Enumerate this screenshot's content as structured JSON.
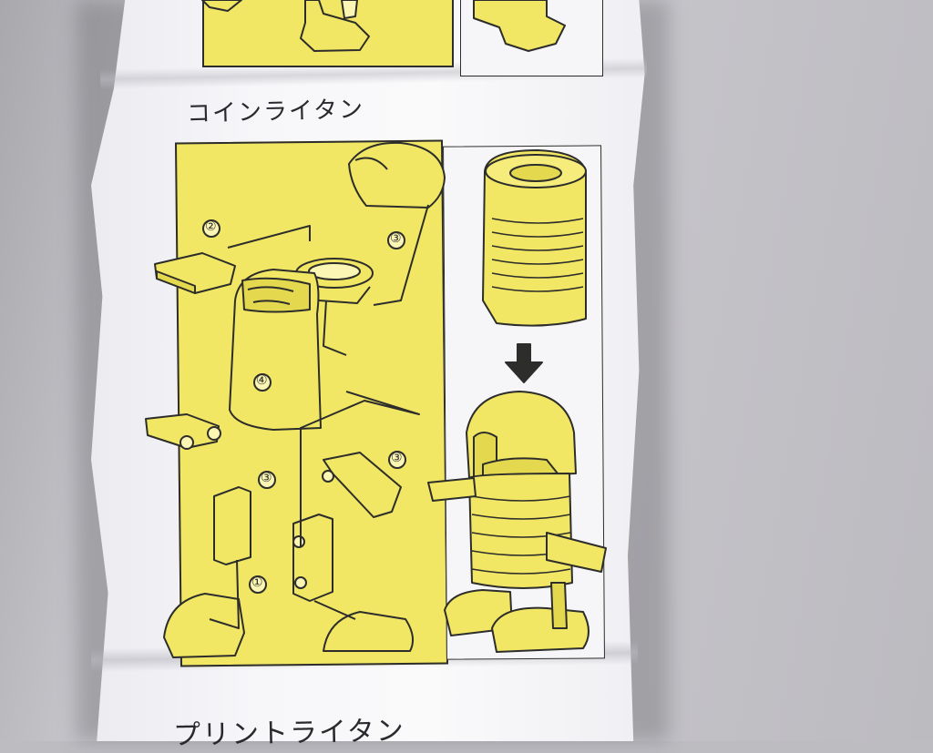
{
  "photo": {
    "captions": {
      "top": "コインライタン",
      "bottom": "プリントライタン"
    },
    "step_markers": [
      "①",
      "②",
      "③",
      "③",
      "③",
      "④"
    ],
    "colors": {
      "background": "#bdbcc1",
      "paper": "#f7f6f9",
      "panel_yellow": "#f1e764",
      "ink": "#2d2d2b"
    }
  }
}
